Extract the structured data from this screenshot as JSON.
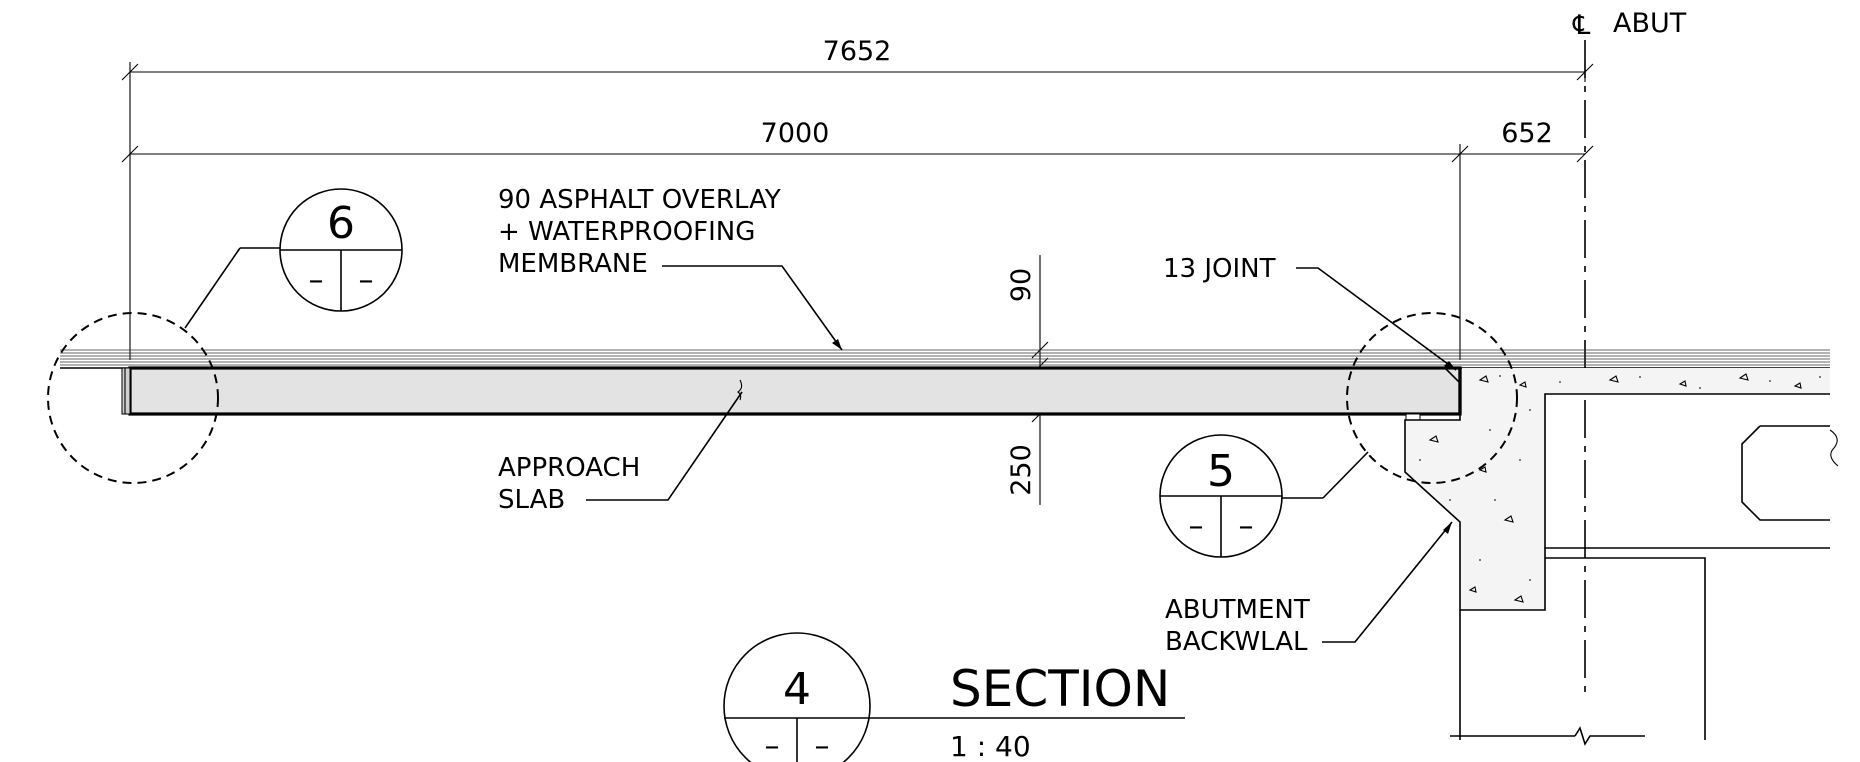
{
  "dimensions": {
    "overall": "7652",
    "slab_length": "7000",
    "joint_offset": "652",
    "overlay_thickness": "90",
    "slab_thickness": "250"
  },
  "centerline": {
    "symbol": "℄",
    "label": "ABUT"
  },
  "notes": {
    "overlay": [
      "90 ASPHALT OVERLAY",
      "+ WATERPROOFING",
      "MEMBRANE"
    ],
    "approach_slab": [
      "APPROACH",
      "SLAB"
    ],
    "joint": "13 JOINT",
    "abutment": [
      "ABUTMENT",
      "BACKWLAL"
    ]
  },
  "detail_bubbles": {
    "left": {
      "number": "6",
      "sheet_left": "–",
      "sheet_right": "–"
    },
    "right": {
      "number": "5",
      "sheet_left": "–",
      "sheet_right": "–"
    }
  },
  "title_block": {
    "number": "4",
    "sheet_left": "–",
    "sheet_right": "–",
    "title": "SECTION",
    "scale": "1 : 40"
  }
}
